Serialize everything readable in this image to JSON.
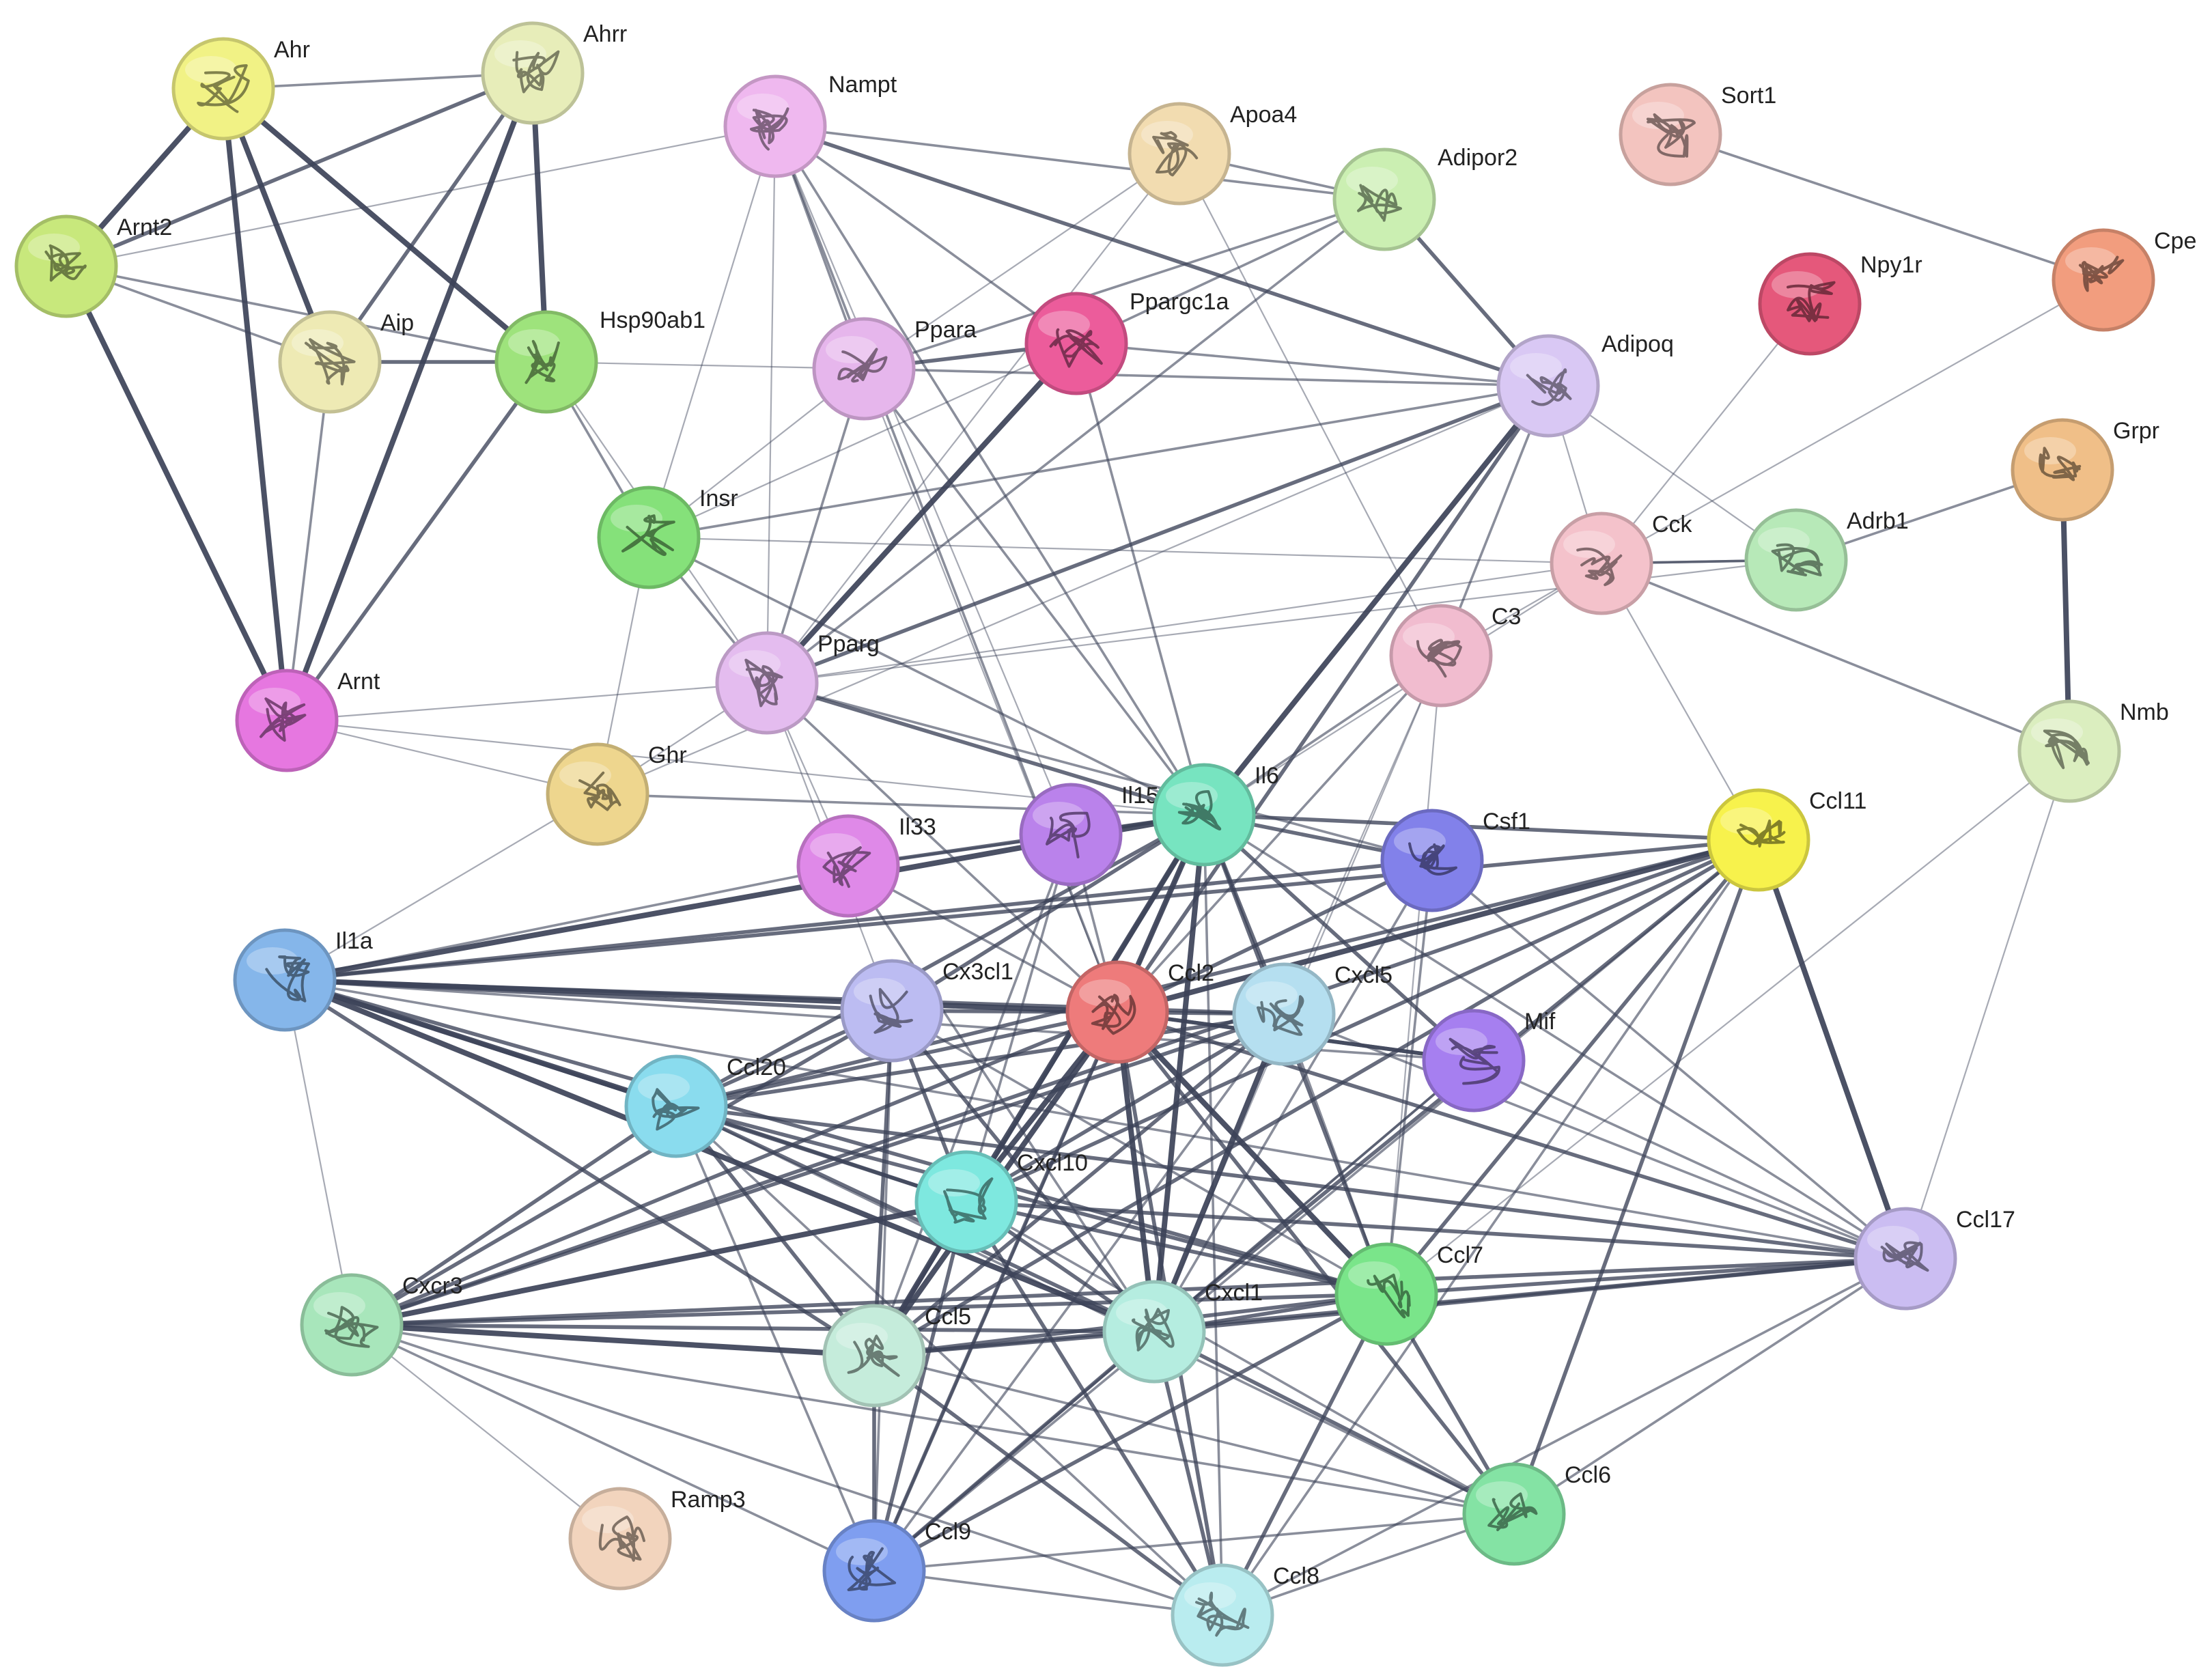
{
  "network": {
    "nodes": [
      {
        "id": "Ahr",
        "label": "Ahr",
        "color": "#f1f285"
      },
      {
        "id": "Ahrr",
        "label": "Ahrr",
        "color": "#e7edb9"
      },
      {
        "id": "Arnt2",
        "label": "Arnt2",
        "color": "#c8e87c"
      },
      {
        "id": "Aip",
        "label": "Aip",
        "color": "#eeeab4"
      },
      {
        "id": "Hsp90ab1",
        "label": "Hsp90ab1",
        "color": "#9ee37c"
      },
      {
        "id": "Arnt",
        "label": "Arnt",
        "color": "#e677e0"
      },
      {
        "id": "Nampt",
        "label": "Nampt",
        "color": "#efb8ef"
      },
      {
        "id": "Apoa4",
        "label": "Apoa4",
        "color": "#f2dcb0"
      },
      {
        "id": "Adipor2",
        "label": "Adipor2",
        "color": "#cbefb2"
      },
      {
        "id": "Sort1",
        "label": "Sort1",
        "color": "#f3c4bf"
      },
      {
        "id": "Cpe",
        "label": "Cpe",
        "color": "#f29d7e"
      },
      {
        "id": "Npy1r",
        "label": "Npy1r",
        "color": "#e5587b"
      },
      {
        "id": "Ppara",
        "label": "Ppara",
        "color": "#e6b6ec"
      },
      {
        "id": "Ppargc1a",
        "label": "Ppargc1a",
        "color": "#ec5c9b"
      },
      {
        "id": "Adipoq",
        "label": "Adipoq",
        "color": "#d9c8f4"
      },
      {
        "id": "Grpr",
        "label": "Grpr",
        "color": "#f0bf88"
      },
      {
        "id": "Insr",
        "label": "Insr",
        "color": "#85e17a"
      },
      {
        "id": "Cck",
        "label": "Cck",
        "color": "#f4c2cb"
      },
      {
        "id": "Adrb1",
        "label": "Adrb1",
        "color": "#b7e9b8"
      },
      {
        "id": "C3",
        "label": "C3",
        "color": "#f1bccf"
      },
      {
        "id": "Pparg",
        "label": "Pparg",
        "color": "#e4bcef"
      },
      {
        "id": "Nmb",
        "label": "Nmb",
        "color": "#dbeebf"
      },
      {
        "id": "Ghr",
        "label": "Ghr",
        "color": "#eed68e"
      },
      {
        "id": "Il33",
        "label": "Il33",
        "color": "#df89e8"
      },
      {
        "id": "Il15",
        "label": "Il15",
        "color": "#ba82eb"
      },
      {
        "id": "Il6",
        "label": "Il6",
        "color": "#77e4c0"
      },
      {
        "id": "Csf1",
        "label": "Csf1",
        "color": "#8281ea"
      },
      {
        "id": "Ccl11",
        "label": "Ccl11",
        "color": "#f7f24c"
      },
      {
        "id": "Il1a",
        "label": "Il1a",
        "color": "#85b6ea"
      },
      {
        "id": "Cx3cl1",
        "label": "Cx3cl1",
        "color": "#bcbcf2"
      },
      {
        "id": "Ccl2",
        "label": "Ccl2",
        "color": "#ee7b7b"
      },
      {
        "id": "Cxcl5",
        "label": "Cxcl5",
        "color": "#b5dff0"
      },
      {
        "id": "Mif",
        "label": "Mif",
        "color": "#a67ff0"
      },
      {
        "id": "Ccl20",
        "label": "Ccl20",
        "color": "#8adcee"
      },
      {
        "id": "Cxcl10",
        "label": "Cxcl10",
        "color": "#7ee8df"
      },
      {
        "id": "Ccl17",
        "label": "Ccl17",
        "color": "#cbbdf2"
      },
      {
        "id": "Cxcr3",
        "label": "Cxcr3",
        "color": "#a8e6bb"
      },
      {
        "id": "Ccl5",
        "label": "Ccl5",
        "color": "#c5ecdb"
      },
      {
        "id": "Cxcl1",
        "label": "Cxcl1",
        "color": "#b5ede0"
      },
      {
        "id": "Ccl7",
        "label": "Ccl7",
        "color": "#7ae58a"
      },
      {
        "id": "Ramp3",
        "label": "Ramp3",
        "color": "#f2d4bd"
      },
      {
        "id": "Ccl9",
        "label": "Ccl9",
        "color": "#7f9ef0"
      },
      {
        "id": "Ccl8",
        "label": "Ccl8",
        "color": "#b9ecef"
      },
      {
        "id": "Ccl6",
        "label": "Ccl6",
        "color": "#84e3a4"
      }
    ],
    "edges": [
      [
        "Ahr",
        "Ahrr",
        2
      ],
      [
        "Ahr",
        "Arnt2",
        4
      ],
      [
        "Ahr",
        "Aip",
        4
      ],
      [
        "Ahr",
        "Hsp90ab1",
        4
      ],
      [
        "Ahr",
        "Arnt",
        4
      ],
      [
        "Ahrr",
        "Arnt2",
        3
      ],
      [
        "Ahrr",
        "Aip",
        3
      ],
      [
        "Ahrr",
        "Hsp90ab1",
        4
      ],
      [
        "Ahrr",
        "Arnt",
        4
      ],
      [
        "Arnt2",
        "Aip",
        2
      ],
      [
        "Arnt2",
        "Hsp90ab1",
        2
      ],
      [
        "Arnt2",
        "Arnt",
        4
      ],
      [
        "Arnt2",
        "Nampt",
        1
      ],
      [
        "Aip",
        "Hsp90ab1",
        3
      ],
      [
        "Aip",
        "Arnt",
        2
      ],
      [
        "Hsp90ab1",
        "Arnt",
        3
      ],
      [
        "Hsp90ab1",
        "Insr",
        2
      ],
      [
        "Hsp90ab1",
        "Ppara",
        1
      ],
      [
        "Hsp90ab1",
        "Pparg",
        1
      ],
      [
        "Arnt",
        "Pparg",
        1
      ],
      [
        "Arnt",
        "Ghr",
        1
      ],
      [
        "Arnt",
        "Il6",
        1
      ],
      [
        "Nampt",
        "Ppara",
        2
      ],
      [
        "Nampt",
        "Ppargc1a",
        2
      ],
      [
        "Nampt",
        "Adipoq",
        3
      ],
      [
        "Nampt",
        "Adipor2",
        2
      ],
      [
        "Nampt",
        "Pparg",
        1
      ],
      [
        "Nampt",
        "Insr",
        1
      ],
      [
        "Nampt",
        "Il6",
        2
      ],
      [
        "Nampt",
        "Ccl2",
        2
      ],
      [
        "Nampt",
        "Il15",
        1
      ],
      [
        "Apoa4",
        "Adipor2",
        2
      ],
      [
        "Apoa4",
        "Ppara",
        1
      ],
      [
        "Apoa4",
        "C3",
        1
      ],
      [
        "Apoa4",
        "Pparg",
        1
      ],
      [
        "Adipor2",
        "Adipoq",
        3
      ],
      [
        "Adipor2",
        "Ppara",
        2
      ],
      [
        "Adipor2",
        "Pparg",
        2
      ],
      [
        "Adipor2",
        "Ppargc1a",
        2
      ],
      [
        "Sort1",
        "Cpe",
        2
      ],
      [
        "Npy1r",
        "Cck",
        1
      ],
      [
        "Cpe",
        "Cck",
        1
      ],
      [
        "Grpr",
        "Adrb1",
        2
      ],
      [
        "Grpr",
        "Nmb",
        4
      ],
      [
        "Ppara",
        "Ppargc1a",
        3
      ],
      [
        "Ppara",
        "Pparg",
        2
      ],
      [
        "Ppara",
        "Adipoq",
        2
      ],
      [
        "Ppara",
        "Il6",
        2
      ],
      [
        "Ppara",
        "Insr",
        1
      ],
      [
        "Ppara",
        "Ccl2",
        1
      ],
      [
        "Ppargc1a",
        "Pparg",
        4
      ],
      [
        "Ppargc1a",
        "Adipoq",
        2
      ],
      [
        "Ppargc1a",
        "Il6",
        2
      ],
      [
        "Ppargc1a",
        "Insr",
        1
      ],
      [
        "Adipoq",
        "Pparg",
        3
      ],
      [
        "Adipoq",
        "Il6",
        4
      ],
      [
        "Adipoq",
        "Ccl2",
        3
      ],
      [
        "Adipoq",
        "Insr",
        2
      ],
      [
        "Adipoq",
        "Cck",
        1
      ],
      [
        "Adipoq",
        "C3",
        2
      ],
      [
        "Adipoq",
        "Ghr",
        1
      ],
      [
        "Insr",
        "Pparg",
        2
      ],
      [
        "Insr",
        "Il6",
        2
      ],
      [
        "Insr",
        "Ghr",
        1
      ],
      [
        "Insr",
        "Cck",
        1
      ],
      [
        "Cck",
        "Adrb1",
        2
      ],
      [
        "Cck",
        "Nmb",
        2
      ],
      [
        "Cck",
        "C3",
        1
      ],
      [
        "Cck",
        "Pparg",
        1
      ],
      [
        "Cck",
        "Ccl11",
        1
      ],
      [
        "C3",
        "Il6",
        2
      ],
      [
        "C3",
        "Ccl2",
        2
      ],
      [
        "C3",
        "Cxcl1",
        1
      ],
      [
        "Pparg",
        "Il6",
        3
      ],
      [
        "Pparg",
        "Ccl2",
        2
      ],
      [
        "Pparg",
        "Il33",
        1
      ],
      [
        "Pparg",
        "Ghr",
        1
      ],
      [
        "Pparg",
        "Cx3cl1",
        1
      ],
      [
        "Pparg",
        "Csf1",
        2
      ],
      [
        "Ghr",
        "Il6",
        2
      ],
      [
        "Ghr",
        "Il1a",
        1
      ],
      [
        "Il33",
        "Il6",
        3
      ],
      [
        "Il33",
        "Ccl2",
        2
      ],
      [
        "Il33",
        "Il1a",
        2
      ],
      [
        "Il33",
        "Cxcl1",
        2
      ],
      [
        "Il33",
        "Il15",
        2
      ],
      [
        "Il15",
        "Il6",
        3
      ],
      [
        "Il15",
        "Ccl2",
        2
      ],
      [
        "Il15",
        "Cxcl10",
        2
      ],
      [
        "Il15",
        "Ccl5",
        2
      ],
      [
        "Il6",
        "Csf1",
        3
      ],
      [
        "Il6",
        "Ccl2",
        4
      ],
      [
        "Il6",
        "Cxcl1",
        4
      ],
      [
        "Il6",
        "Il1a",
        4
      ],
      [
        "Il6",
        "Cxcl10",
        4
      ],
      [
        "Il6",
        "Ccl5",
        3
      ],
      [
        "Il6",
        "Ccl20",
        3
      ],
      [
        "Il6",
        "Mif",
        3
      ],
      [
        "Il6",
        "Cxcl5",
        3
      ],
      [
        "Il6",
        "Ccl7",
        3
      ],
      [
        "Il6",
        "Ccl11",
        3
      ],
      [
        "Il6",
        "Ccl17",
        2
      ],
      [
        "Il6",
        "Ccl9",
        2
      ],
      [
        "Il6",
        "Ccl8",
        2
      ],
      [
        "Il6",
        "Cx3cl1",
        3
      ],
      [
        "Csf1",
        "Ccl2",
        3
      ],
      [
        "Csf1",
        "Il1a",
        3
      ],
      [
        "Csf1",
        "Cxcl1",
        2
      ],
      [
        "Csf1",
        "Ccl7",
        2
      ],
      [
        "Csf1",
        "Ccl17",
        2
      ],
      [
        "Ccl11",
        "Ccl2",
        4
      ],
      [
        "Ccl11",
        "Il1a",
        3
      ],
      [
        "Ccl11",
        "Cxcl10",
        3
      ],
      [
        "Ccl11",
        "Ccl5",
        3
      ],
      [
        "Ccl11",
        "Ccl7",
        3
      ],
      [
        "Ccl11",
        "Ccl17",
        4
      ],
      [
        "Ccl11",
        "Ccl6",
        3
      ],
      [
        "Ccl11",
        "Ccl8",
        2
      ],
      [
        "Ccl11",
        "Cxcr3",
        3
      ],
      [
        "Ccl11",
        "Ccl20",
        3
      ],
      [
        "Ccl11",
        "Cxcl1",
        3
      ],
      [
        "Ccl11",
        "Ccl9",
        2
      ],
      [
        "Il1a",
        "Ccl2",
        4
      ],
      [
        "Il1a",
        "Cxcl1",
        4
      ],
      [
        "Il1a",
        "Ccl20",
        4
      ],
      [
        "Il1a",
        "Cxcl10",
        3
      ],
      [
        "Il1a",
        "Ccl5",
        3
      ],
      [
        "Il1a",
        "Cx3cl1",
        3
      ],
      [
        "Il1a",
        "Cxcl5",
        3
      ],
      [
        "Il1a",
        "Ccl7",
        3
      ],
      [
        "Il1a",
        "Cxcr3",
        1
      ],
      [
        "Il1a",
        "Mif",
        2
      ],
      [
        "Il1a",
        "Ccl17",
        2
      ],
      [
        "Cx3cl1",
        "Ccl2",
        3
      ],
      [
        "Cx3cl1",
        "Cxcl10",
        3
      ],
      [
        "Cx3cl1",
        "Ccl20",
        3
      ],
      [
        "Cx3cl1",
        "Ccl5",
        3
      ],
      [
        "Cx3cl1",
        "Cxcl1",
        3
      ],
      [
        "Cx3cl1",
        "Cxcr3",
        3
      ],
      [
        "Cx3cl1",
        "Ccl9",
        2
      ],
      [
        "Cx3cl1",
        "Ccl7",
        2
      ],
      [
        "Ccl2",
        "Cxcl5",
        3
      ],
      [
        "Ccl2",
        "Cxcl10",
        4
      ],
      [
        "Ccl2",
        "Ccl20",
        3
      ],
      [
        "Ccl2",
        "Ccl5",
        4
      ],
      [
        "Ccl2",
        "Cxcl1",
        4
      ],
      [
        "Ccl2",
        "Ccl7",
        4
      ],
      [
        "Ccl2",
        "Ccl8",
        3
      ],
      [
        "Ccl2",
        "Ccl6",
        3
      ],
      [
        "Ccl2",
        "Ccl9",
        3
      ],
      [
        "Ccl2",
        "Ccl17",
        3
      ],
      [
        "Ccl2",
        "Cxcr3",
        3
      ],
      [
        "Ccl2",
        "Mif",
        3
      ],
      [
        "Cxcl5",
        "Cxcl1",
        4
      ],
      [
        "Cxcl5",
        "Ccl20",
        3
      ],
      [
        "Cxcl5",
        "Cxcl10",
        3
      ],
      [
        "Cxcl5",
        "Ccl5",
        3
      ],
      [
        "Cxcl5",
        "Ccl7",
        2
      ],
      [
        "Cxcl5",
        "Cxcr3",
        3
      ],
      [
        "Cxcl5",
        "Ccl17",
        2
      ],
      [
        "Cxcl5",
        "Ccl9",
        2
      ],
      [
        "Mif",
        "Ccl2",
        3
      ],
      [
        "Mif",
        "Cxcl1",
        2
      ],
      [
        "Mif",
        "Ccl17",
        2
      ],
      [
        "Mif",
        "Ccl9",
        2
      ],
      [
        "Ccl20",
        "Cxcl10",
        3
      ],
      [
        "Ccl20",
        "Ccl5",
        3
      ],
      [
        "Ccl20",
        "Cxcl1",
        3
      ],
      [
        "Ccl20",
        "Cxcr3",
        3
      ],
      [
        "Ccl20",
        "Ccl7",
        3
      ],
      [
        "Ccl20",
        "Ccl17",
        3
      ],
      [
        "Ccl20",
        "Ccl9",
        2
      ],
      [
        "Ccl20",
        "Ccl8",
        2
      ],
      [
        "Ccl20",
        "Ccl6",
        2
      ],
      [
        "Cxcl10",
        "Cxcr3",
        4
      ],
      [
        "Cxcl10",
        "Ccl5",
        4
      ],
      [
        "Cxcl10",
        "Cxcl1",
        3
      ],
      [
        "Cxcl10",
        "Ccl7",
        3
      ],
      [
        "Cxcl10",
        "Ccl17",
        3
      ],
      [
        "Cxcl10",
        "Ccl9",
        3
      ],
      [
        "Cxcl10",
        "Ccl8",
        3
      ],
      [
        "Cxcl10",
        "Ccl6",
        2
      ],
      [
        "Ccl17",
        "Cxcr3",
        3
      ],
      [
        "Ccl17",
        "Ccl5",
        3
      ],
      [
        "Ccl17",
        "Cxcl1",
        3
      ],
      [
        "Ccl17",
        "Ccl7",
        3
      ],
      [
        "Ccl17",
        "Ccl6",
        2
      ],
      [
        "Ccl17",
        "Ccl8",
        2
      ],
      [
        "Cxcr3",
        "Ccl5",
        4
      ],
      [
        "Cxcr3",
        "Cxcl1",
        3
      ],
      [
        "Cxcr3",
        "Ccl7",
        3
      ],
      [
        "Cxcr3",
        "Ccl9",
        2
      ],
      [
        "Cxcr3",
        "Ccl8",
        2
      ],
      [
        "Cxcr3",
        "Ccl6",
        2
      ],
      [
        "Cxcr3",
        "Ramp3",
        1
      ],
      [
        "Ccl5",
        "Cxcl1",
        3
      ],
      [
        "Ccl5",
        "Ccl7",
        3
      ],
      [
        "Ccl5",
        "Ccl9",
        3
      ],
      [
        "Ccl5",
        "Ccl8",
        3
      ],
      [
        "Ccl5",
        "Ccl6",
        2
      ],
      [
        "Cxcl1",
        "Ccl7",
        3
      ],
      [
        "Cxcl1",
        "Ccl9",
        3
      ],
      [
        "Cxcl1",
        "Ccl8",
        3
      ],
      [
        "Cxcl1",
        "Ccl6",
        3
      ],
      [
        "Ccl7",
        "Ccl9",
        3
      ],
      [
        "Ccl7",
        "Ccl8",
        3
      ],
      [
        "Ccl7",
        "Ccl6",
        3
      ],
      [
        "Ccl9",
        "Ccl8",
        2
      ],
      [
        "Ccl9",
        "Ccl6",
        2
      ],
      [
        "Ccl8",
        "Ccl6",
        2
      ],
      [
        "Nmb",
        "Ccl17",
        1
      ],
      [
        "Nmb",
        "Ccl7",
        1
      ],
      [
        "Adrb1",
        "Cck",
        2
      ],
      [
        "Adrb1",
        "Pparg",
        1
      ],
      [
        "Adrb1",
        "Adipoq",
        1
      ],
      [
        "Cck",
        "Il6",
        1
      ],
      [
        "C3",
        "Cxcl5",
        1
      ],
      [
        "C3",
        "Ccl7",
        1
      ]
    ]
  }
}
